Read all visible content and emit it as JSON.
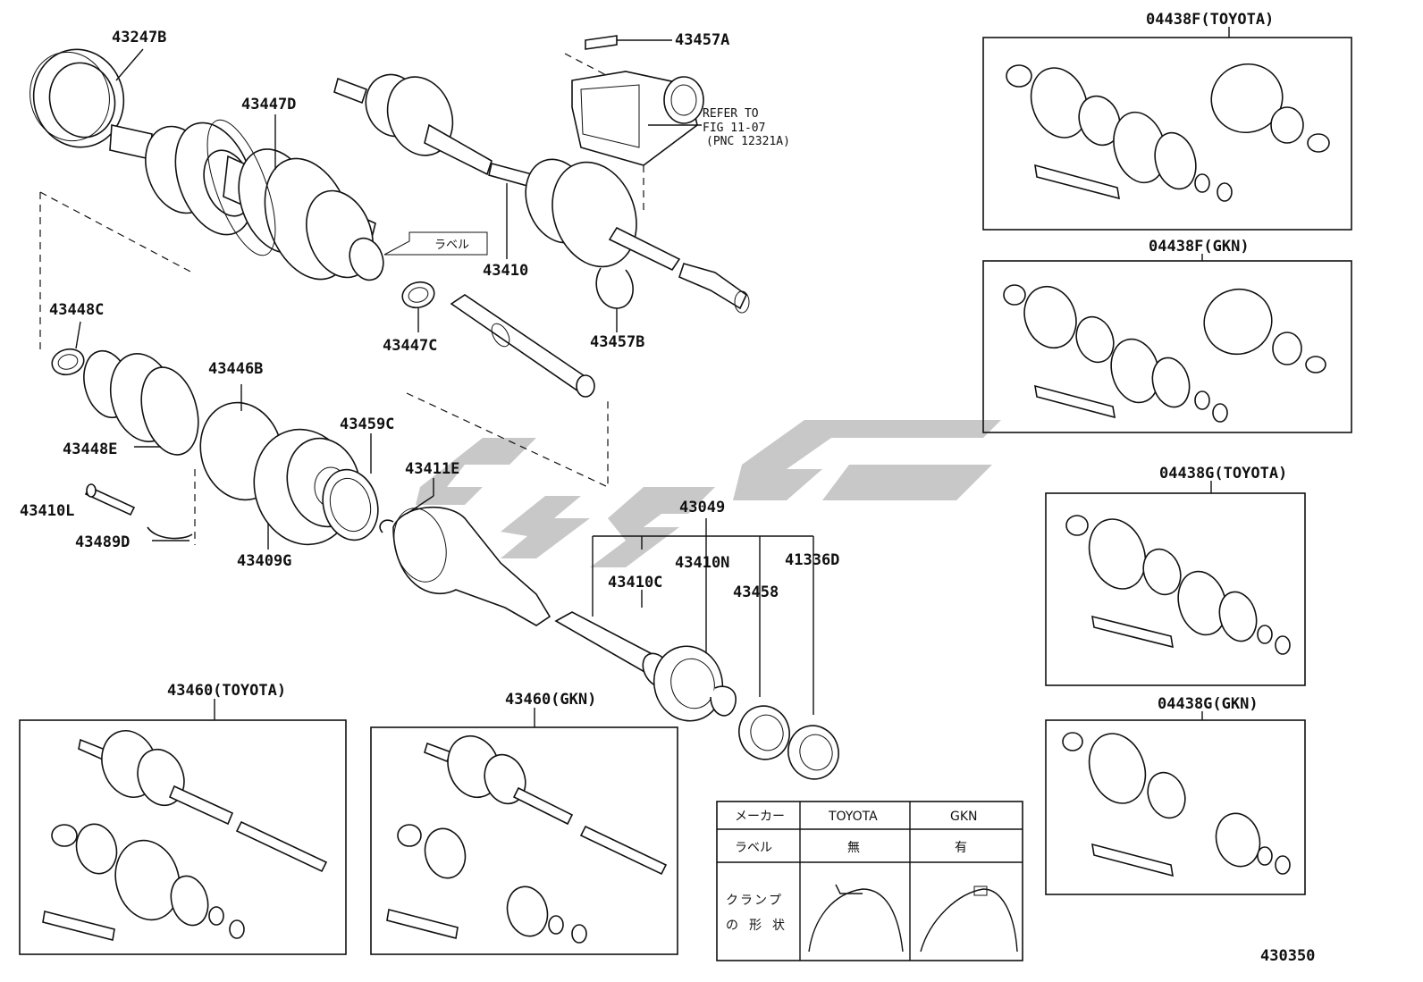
{
  "diagram_code": "430350",
  "callouts": {
    "p43247B": "43247B",
    "p43447D": "43447D",
    "p43457A": "43457A",
    "p43410": "43410",
    "p43457B": "43457B",
    "p43448C": "43448C",
    "p43447C": "43447C",
    "p43446B": "43446B",
    "p43448E": "43448E",
    "p43459C": "43459C",
    "p43411E": "43411E",
    "p43410L": "43410L",
    "p43489D": "43489D",
    "p43409G": "43409G",
    "p43049": "43049",
    "p43410N": "43410N",
    "p41336D": "41336D",
    "p43410C": "43410C",
    "p43458": "43458"
  },
  "label_tag": "ラベル",
  "refer_note": {
    "line1": "REFER TO",
    "line2": "FIG 11-07",
    "line3": "(PNC 12321A)"
  },
  "kits": {
    "k1": "04438F(TOYOTA)",
    "k2": "04438F(GKN)",
    "k3": "04438G(TOYOTA)",
    "k4": "04438G(GKN)",
    "k5": "43460(TOYOTA)",
    "k6": "43460(GKN)"
  },
  "maker_table": {
    "row1": [
      "メーカー",
      "TOYOTA",
      "GKN"
    ],
    "row2": [
      "ラベル",
      "無",
      "有"
    ],
    "row3_head": [
      "ク",
      "ラ",
      "ン",
      "プ",
      "の",
      "形",
      "状"
    ]
  }
}
